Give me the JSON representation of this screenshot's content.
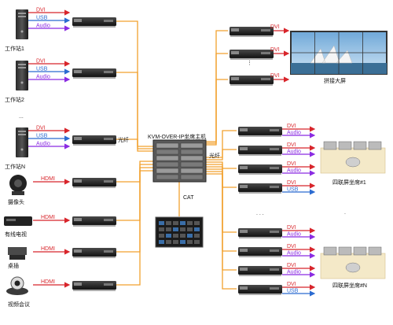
{
  "colors": {
    "dvi": "#d8252b",
    "usb": "#2b6bd1",
    "audio": "#8a2be2",
    "hdmi": "#d8252b",
    "fiber": "#f2a12e",
    "cat": "#f2a12e",
    "device": "#1a1a1a"
  },
  "left": {
    "workstations": [
      {
        "label": "工作站1",
        "signals": [
          "DVI",
          "USB",
          "Audio"
        ]
      },
      {
        "label": "工作站2",
        "signals": [
          "DVI",
          "USB",
          "Audio"
        ]
      },
      {
        "label": "工作站N",
        "signals": [
          "DVI",
          "USB",
          "Audio"
        ]
      }
    ],
    "dots": "......",
    "hdmi_sources": [
      {
        "label": "摄像头",
        "signal": "HDMI",
        "icon": "camera-icon"
      },
      {
        "label": "有线电视",
        "signal": "HDMI",
        "icon": "set-top-box-icon"
      },
      {
        "label": "桌插",
        "signal": "HDMI",
        "icon": "desk-socket-icon"
      },
      {
        "label": "视频会议",
        "signal": "HDMI",
        "icon": "video-conference-icon"
      }
    ],
    "fiber_label": "光纤"
  },
  "center": {
    "host_label": "KVM-OVER-IP坐席主机",
    "fiber_label": "光纤",
    "cat_label": "CAT"
  },
  "right": {
    "wall_outputs": [
      "DVI",
      "DVI",
      "DVI"
    ],
    "wall_dots": "⋮",
    "wall_label": "拼接大屏",
    "seat1": {
      "label": "四联屏坐席#1",
      "signals": [
        "DVI",
        "Audio",
        "DVI",
        "Audio",
        "DVI",
        "Audio",
        "DVI",
        "USB"
      ]
    },
    "seat_dots": ". . .",
    "seatN": {
      "label": "四联屏坐席#N",
      "signals": [
        "DVI",
        "Audio",
        "DVI",
        "Audio",
        "DVI",
        "Audio",
        "DVI",
        "USB"
      ]
    }
  }
}
